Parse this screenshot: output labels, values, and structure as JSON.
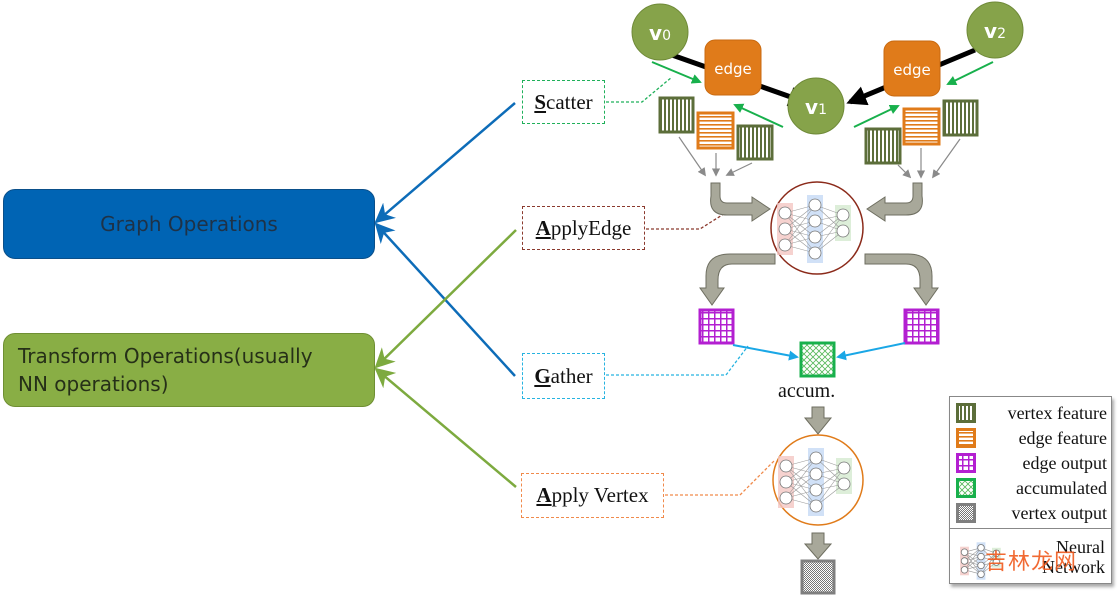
{
  "categories": {
    "graph": {
      "label": "Graph Operations",
      "color": "#0064b4"
    },
    "transform": {
      "label": "Transform Operations(usually NN operations)",
      "line1": "Transform Operations(usually",
      "line2": "NN operations)",
      "color": "#89ae45"
    }
  },
  "operations": [
    {
      "id": "scatter",
      "first": "S",
      "rest": "catter",
      "category": "graph",
      "border_color": "#1fb05a"
    },
    {
      "id": "applyedge",
      "first": "A",
      "rest": "pplyEdge",
      "category": "transform",
      "border_color": "#8b3a2e"
    },
    {
      "id": "gather",
      "first": "G",
      "rest": "ather",
      "category": "graph",
      "border_color": "#27b3e0"
    },
    {
      "id": "applyvertex",
      "first": "A",
      "rest": "pply Vertex",
      "category": "transform",
      "border_color": "#f08a4b"
    }
  ],
  "graph": {
    "vertices": [
      {
        "id": "v0",
        "label": "v",
        "subscript": "0"
      },
      {
        "id": "v1",
        "label": "v",
        "subscript": "1"
      },
      {
        "id": "v2",
        "label": "v",
        "subscript": "2"
      }
    ],
    "edges": [
      {
        "label": "edge",
        "from": "v0",
        "to": "v1"
      },
      {
        "label": "edge",
        "from": "v2",
        "to": "v1"
      }
    ],
    "accum_label": "accum."
  },
  "legend": {
    "items": [
      {
        "label": "vertex feature",
        "swatch": "vertex-feature",
        "color": "#5c6e3a"
      },
      {
        "label": "edge feature",
        "swatch": "edge-feature",
        "color": "#e07b1a"
      },
      {
        "label": "edge output",
        "swatch": "edge-output",
        "color": "#b31fd1"
      },
      {
        "label": "accumulated",
        "swatch": "accumulated",
        "color": "#18b04c"
      },
      {
        "label": "vertex output",
        "swatch": "vertex-output",
        "color": "#7f7f7f"
      }
    ],
    "nn_label_line1": "Neural",
    "nn_label_line2": "Network"
  },
  "watermark": "吉林龙网",
  "colors": {
    "vertex": "#86a34a",
    "edge_node": "#e07b1a",
    "green_arrow": "#18b04c",
    "blue_arrow": "#1aa7e6",
    "big_arrow": "#a8a89a",
    "nn_circle_edge": "#8b2a1a",
    "nn_circle_vertex": "#e07b1a"
  }
}
